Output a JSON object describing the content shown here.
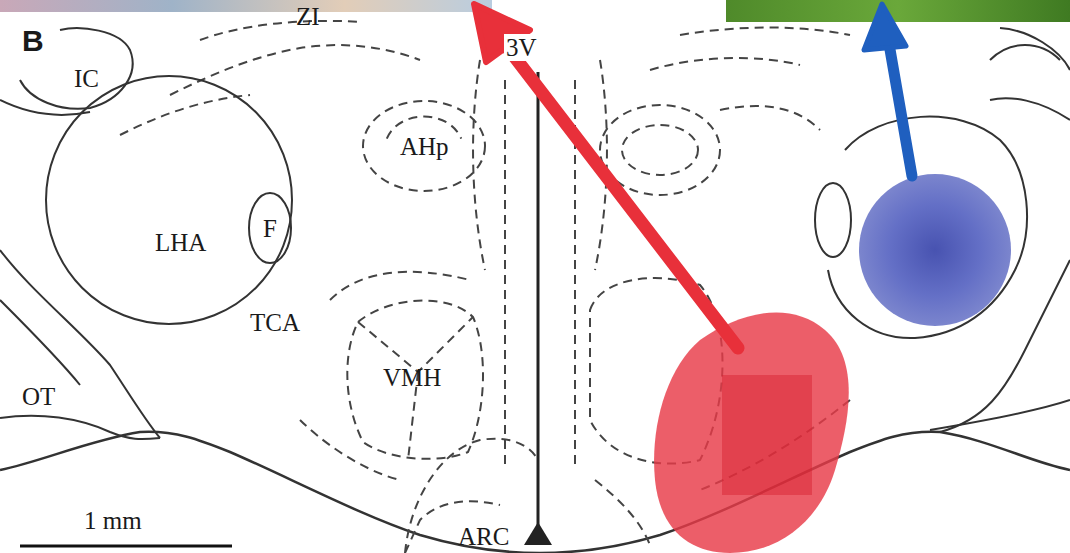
{
  "diagram": {
    "nodes": [
      {
        "text": [
          "LHA"
        ]
      },
      {
        "text": [
          "F"
        ],
        "in": 0
      },
      {
        "text": [
          "AHp"
        ]
      },
      {
        "text": [
          "VMH"
        ]
      },
      {
        "text": [
          "ARC"
        ]
      }
    ],
    "labels": [
      "B",
      "ZI",
      "IC",
      "3V",
      "TCA",
      "OT",
      "1 mm"
    ]
  }
}
